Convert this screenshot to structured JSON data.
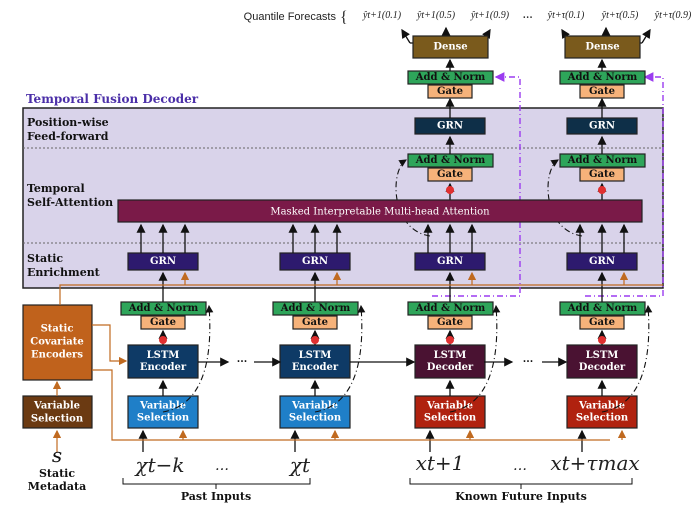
{
  "title": "Quantile Forecasts",
  "forecasts": [
    "ŷt+1(0.1)",
    "ŷt+1(0.5)",
    "ŷt+1(0.9)",
    "…",
    "ŷt+τ(0.1)",
    "ŷt+τ(0.5)",
    "ŷt+τ(0.9)"
  ],
  "decoder_title": "Temporal Fusion Decoder",
  "layers": {
    "position_wise": [
      "Position-wise",
      "Feed-forward"
    ],
    "self_attention": [
      "Temporal",
      "Self-Attention"
    ],
    "static_enrichment": [
      "Static",
      "Enrichment"
    ]
  },
  "blocks": {
    "dense": "Dense",
    "add_norm": "Add & Norm",
    "gate": "Gate",
    "grn": "GRN",
    "attention": "Masked Interpretable Multi-head Attention",
    "lstm_encoder": [
      "LSTM",
      "Encoder"
    ],
    "lstm_decoder": [
      "LSTM",
      "Decoder"
    ],
    "variable_selection": [
      "Variable",
      "Selection"
    ],
    "static_encoders": [
      "Static",
      "Covariate",
      "Encoders"
    ],
    "ellipsis": "···"
  },
  "inputs": {
    "static_symbol": "s",
    "static_label": [
      "Static",
      "Metadata"
    ],
    "past": [
      "χt−k",
      "…",
      "χt"
    ],
    "future": [
      "xt+1",
      "…",
      "xt+τmax"
    ],
    "past_label": "Past Inputs",
    "future_label": "Known Future Inputs"
  },
  "colors": {
    "dense": "#7a5a1c",
    "add_norm": "#2ea55a",
    "gate": "#f6b27a",
    "grn_ff": "#0e2f48",
    "grn_enrich": "#2d1a6e",
    "attention": "#7a1a48",
    "lstm_encoder": "#0e3a66",
    "lstm_decoder": "#4a1232",
    "vs_past": "#1f7fc8",
    "vs_future": "#b0220f",
    "static_encoder": "#c0621c",
    "static_vs": "#6b3a12",
    "decoder_bg": "#d9d3ea",
    "skip": "#9b3cf0"
  }
}
